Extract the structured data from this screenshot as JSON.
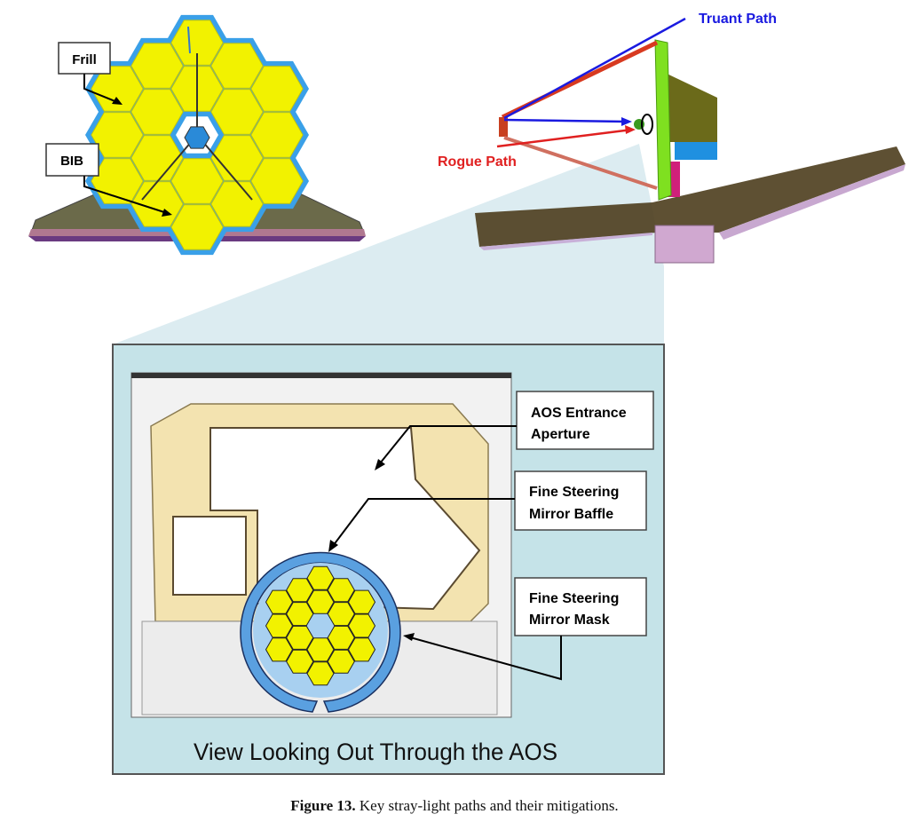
{
  "figure": {
    "labels": {
      "frill": "Frill",
      "bib": "BIB",
      "truant_path": "Truant Path",
      "rogue_path": "Rogue Path",
      "aos_entrance_aperture": [
        "AOS Entrance",
        "Aperture"
      ],
      "fsm_baffle": [
        "Fine Steering",
        "Mirror Baffle"
      ],
      "fsm_mask": [
        "Fine Steering",
        "Mirror Mask"
      ]
    },
    "inset_title": "View Looking Out Through the AOS",
    "caption_label": "Figure 13.",
    "caption_text": " Key stray-light paths and their mitigations.",
    "colors": {
      "mirror_yellow": "#f2f200",
      "frill_blue": "#3aa0e8",
      "inset_bg": "#c5e3e8",
      "truant": "#1a1ae0",
      "rogue": "#e02020"
    }
  }
}
